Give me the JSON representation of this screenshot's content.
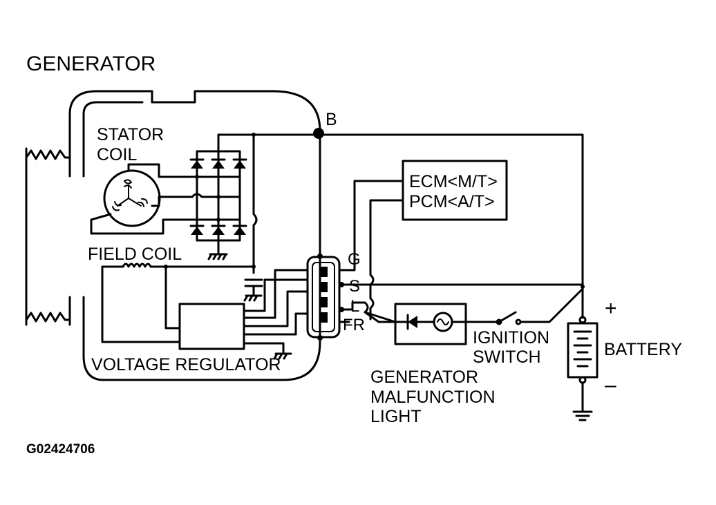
{
  "diagram": {
    "title": "GENERATOR",
    "figure_id": "G02424706",
    "labels": {
      "stator_coil_line1": "STATOR",
      "stator_coil_line2": "COIL",
      "field_coil": "FIELD COIL",
      "voltage_regulator": "VOLTAGE REGULATOR",
      "terminal_b": "B",
      "terminal_g": "G",
      "terminal_s": "S",
      "terminal_l": "L",
      "terminal_fr": "FR",
      "ecm": "ECM<M/T>",
      "pcm": "PCM<A/T>",
      "ignition_switch_line1": "IGNITION",
      "ignition_switch_line2": "SWITCH",
      "battery": "BATTERY",
      "battery_plus": "+",
      "battery_minus": "–",
      "malfunction_light_line1": "GENERATOR",
      "malfunction_light_line2": "MALFUNCTION",
      "malfunction_light_line3": "LIGHT"
    }
  }
}
